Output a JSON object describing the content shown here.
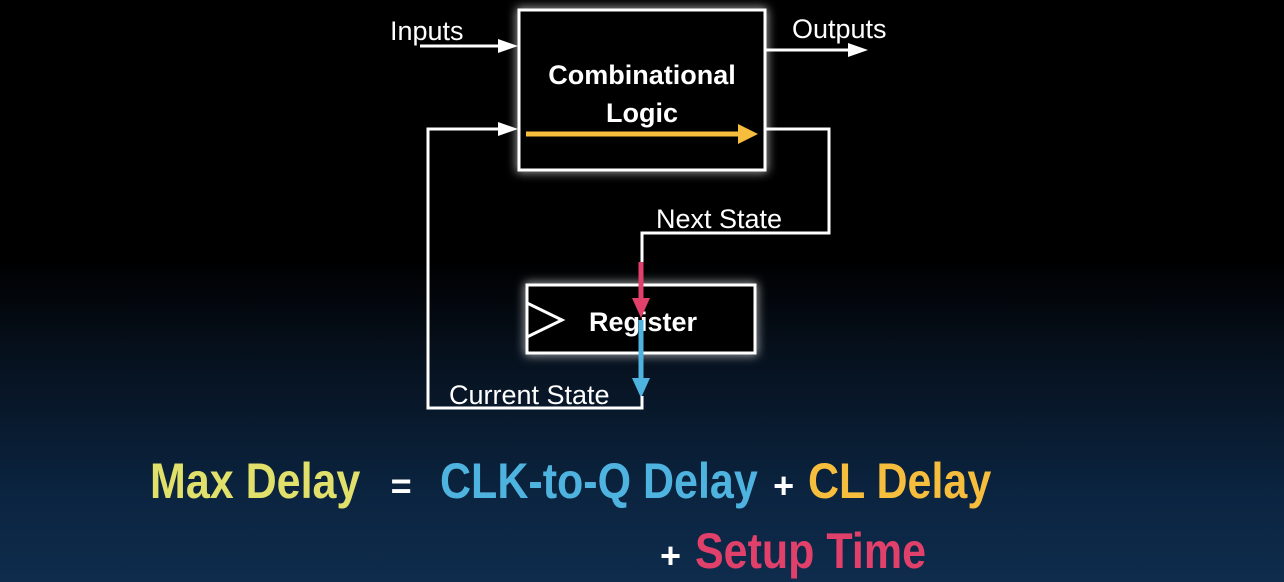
{
  "diagram": {
    "inputs_label": "Inputs",
    "outputs_label": "Outputs",
    "logic_line1": "Combinational",
    "logic_line2": "Logic",
    "next_state_label": "Next State",
    "register_label": "Register",
    "current_state_label": "Current State"
  },
  "formula": {
    "max_delay": "Max Delay",
    "equals": "=",
    "clk_to_q": "CLK-to-Q Delay",
    "plus1": "+",
    "cl_delay": "CL Delay",
    "plus2": "+",
    "setup_time": "Setup Time"
  },
  "colors": {
    "max_delay": "#e0e06a",
    "clk_to_q": "#4fb3e0",
    "cl_delay": "#f7bd3d",
    "setup_time": "#e0406a",
    "wire": "#ffffff"
  }
}
